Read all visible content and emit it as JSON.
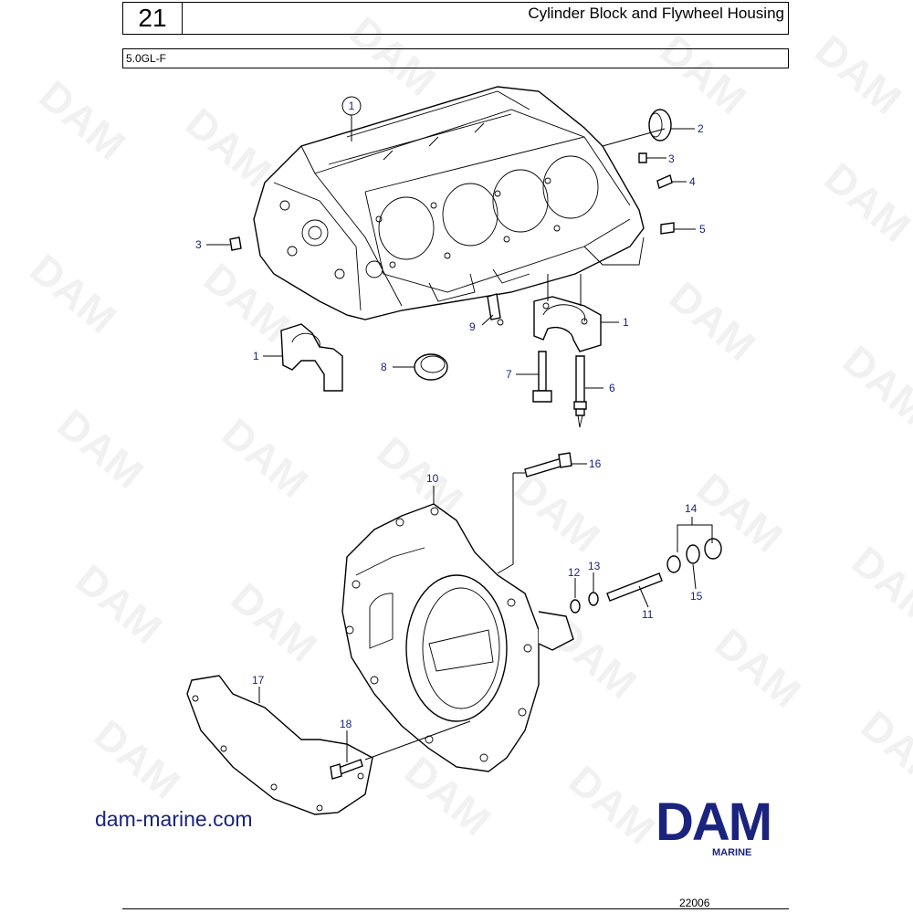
{
  "header": {
    "page_number": "21",
    "title": "Cylinder Block and Flywheel Housing"
  },
  "model": "5.0GL-F",
  "callouts": [
    {
      "id": "c1a",
      "label": "1"
    },
    {
      "id": "c2",
      "label": "2"
    },
    {
      "id": "c3a",
      "label": "3"
    },
    {
      "id": "c4",
      "label": "4"
    },
    {
      "id": "c5",
      "label": "5"
    },
    {
      "id": "c3b",
      "label": "3"
    },
    {
      "id": "c1b",
      "label": "1"
    },
    {
      "id": "c9",
      "label": "9"
    },
    {
      "id": "c1c",
      "label": "1"
    },
    {
      "id": "c8",
      "label": "8"
    },
    {
      "id": "c7",
      "label": "7"
    },
    {
      "id": "c6",
      "label": "6"
    },
    {
      "id": "c16",
      "label": "16"
    },
    {
      "id": "c10",
      "label": "10"
    },
    {
      "id": "c14",
      "label": "14"
    },
    {
      "id": "c12",
      "label": "12"
    },
    {
      "id": "c13",
      "label": "13"
    },
    {
      "id": "c15",
      "label": "15"
    },
    {
      "id": "c11",
      "label": "11"
    },
    {
      "id": "c17",
      "label": "17"
    },
    {
      "id": "c18",
      "label": "18"
    }
  ],
  "watermark": "DAM",
  "footer": {
    "website": "dam-marine.com",
    "logo_text": "DAM",
    "logo_sub": "MARINE",
    "drawing_code": "22006"
  },
  "colors": {
    "callout": "#1a237e",
    "brand": "#1a237e"
  }
}
